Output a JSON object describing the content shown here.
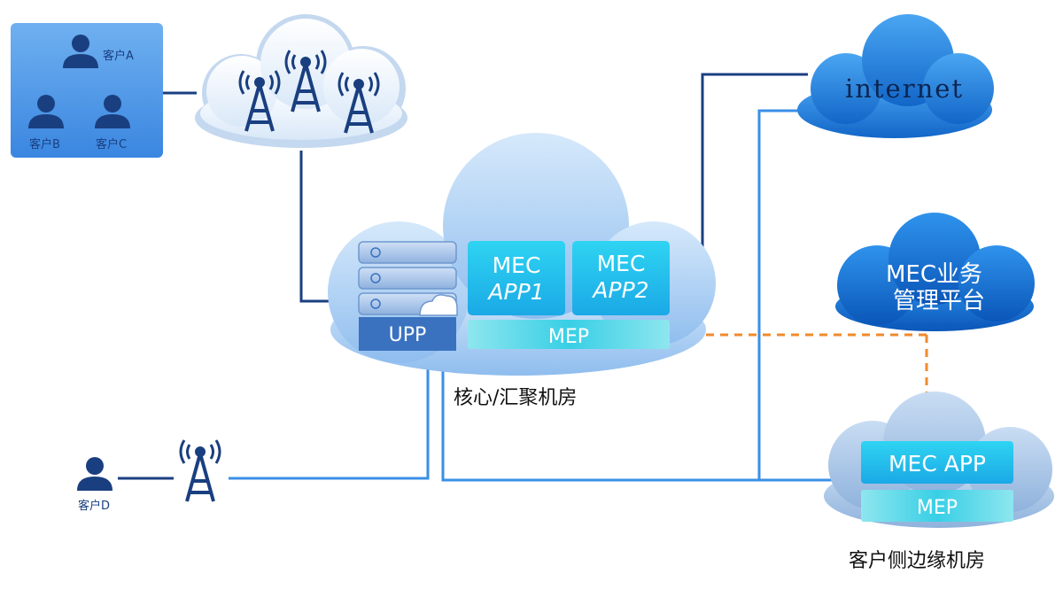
{
  "customers": {
    "a": "客户A",
    "b": "客户B",
    "c": "客户C",
    "d": "客户D"
  },
  "internet": {
    "label": "internet"
  },
  "core": {
    "app1_line1": "MEC",
    "app1_line2": "APP1",
    "app2_line1": "MEC",
    "app2_line2": "APP2",
    "upp": "UPP",
    "mep": "MEP",
    "caption": "核心/汇聚机房"
  },
  "platform": {
    "line1": "MEC业务",
    "line2": "管理平台"
  },
  "edge": {
    "app": "MEC APP",
    "mep": "MEP",
    "caption": "客户侧边缘机房"
  },
  "colors": {
    "line_dark": "#1a3f80",
    "line_light": "#3a8fe6",
    "dashed": "#f08a2c",
    "cloud_light": "#c4dcf5",
    "cloud_core": "#a9cef2",
    "cloud_internet": "#1f86e0",
    "cloud_platform": "#1576d8",
    "app_box": "#19c0ea",
    "mep_bar": "#5fd6e8",
    "upp_box": "#3a72c0"
  }
}
